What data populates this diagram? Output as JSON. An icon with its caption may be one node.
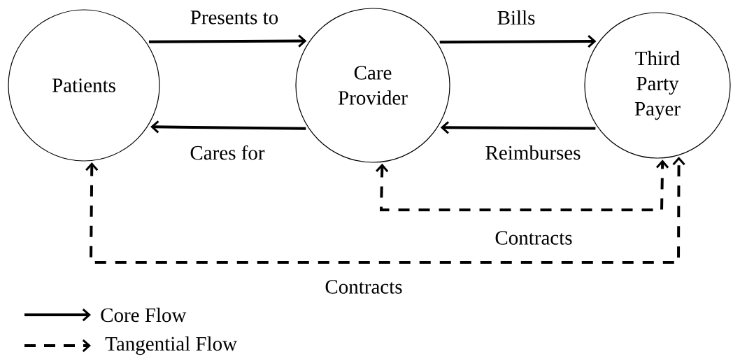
{
  "diagram": {
    "nodes": [
      {
        "text": [
          "Patients"
        ]
      },
      {
        "text": [
          "Care Provider"
        ]
      },
      {
        "text": [
          "Third Party Payer"
        ]
      }
    ],
    "edges": [
      {
        "from": 0,
        "to": 1,
        "arrow": "to",
        "label": "Presents to"
      },
      {
        "from": 1,
        "to": 0,
        "arrow": "to",
        "label": "Cares for"
      },
      {
        "from": 1,
        "to": 2,
        "arrow": "to",
        "label": "Bills"
      },
      {
        "from": 2,
        "to": 1,
        "arrow": "to",
        "label": "Reimburses"
      },
      {
        "from": 1,
        "to": 2,
        "arrow": "both",
        "label": "Contracts",
        "style": "dashed"
      },
      {
        "from": 0,
        "to": 2,
        "arrow": "both",
        "label": "Contracts",
        "style": "dashed"
      }
    ],
    "legend": [
      {
        "text": "Core Flow"
      },
      {
        "text": "Tangential Flow"
      }
    ]
  }
}
